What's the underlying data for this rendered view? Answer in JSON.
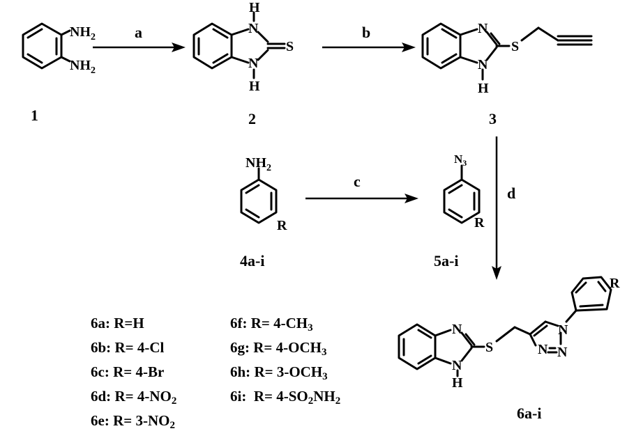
{
  "compounds": {
    "c1": "1",
    "c2": "2",
    "c3": "3",
    "c4": "4a-i",
    "c5": "5a-i",
    "c6": "6a-i"
  },
  "reagents": {
    "a": "a",
    "b": "b",
    "c": "c",
    "d": "d"
  },
  "atoms": {
    "N": "N",
    "NH": "NH",
    "H": "H",
    "S": "S",
    "R": "R",
    "sub2": "2",
    "sub3": "3"
  },
  "legend_left": [
    {
      "id": "6a",
      "label": "6a:",
      "pre": " R=H",
      "sub": "",
      "post": ""
    },
    {
      "id": "6b",
      "label": "6b:",
      "pre": " R= 4-Cl",
      "sub": "",
      "post": ""
    },
    {
      "id": "6c",
      "label": "6c:",
      "pre": " R= 4-Br",
      "sub": "",
      "post": ""
    },
    {
      "id": "6d",
      "label": "6d:",
      "pre": " R= 4-NO",
      "sub": "2",
      "post": ""
    },
    {
      "id": "6e",
      "label": "6e:",
      "pre": " R= 3-NO",
      "sub": "2",
      "post": ""
    }
  ],
  "legend_right": [
    {
      "id": "6f",
      "label": "6f:",
      "pre": " R= 4-CH",
      "sub": "3",
      "post": ""
    },
    {
      "id": "6g",
      "label": "6g:",
      "pre": " R= 4-OCH",
      "sub": "3",
      "post": ""
    },
    {
      "id": "6h",
      "label": "6h:",
      "pre": " R= 3-OCH",
      "sub": "3",
      "post": ""
    },
    {
      "id": "6i",
      "label": "6i:",
      "pre": "  R= 4-SO",
      "sub": "2",
      "post": "NH",
      "sub2": "2"
    }
  ]
}
